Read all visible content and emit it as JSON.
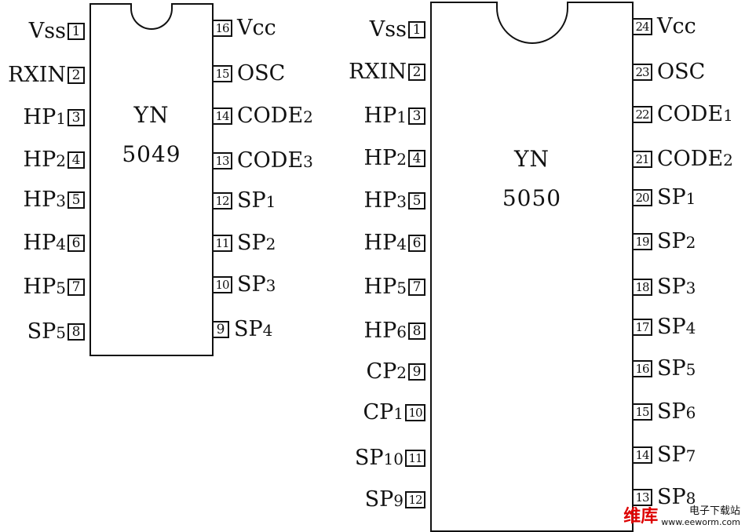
{
  "chips": [
    {
      "id": "yn5049",
      "part": "YN",
      "number": "5049",
      "left_pins": [
        {
          "num": "1",
          "name": "Vss",
          "sub": ""
        },
        {
          "num": "2",
          "name": "RXIN",
          "sub": ""
        },
        {
          "num": "3",
          "name": "HP",
          "sub": "1"
        },
        {
          "num": "4",
          "name": "HP",
          "sub": "2"
        },
        {
          "num": "5",
          "name": "HP",
          "sub": "3"
        },
        {
          "num": "6",
          "name": "HP",
          "sub": "4"
        },
        {
          "num": "7",
          "name": "HP",
          "sub": "5"
        },
        {
          "num": "8",
          "name": "SP",
          "sub": "5"
        }
      ],
      "right_pins": [
        {
          "num": "16",
          "name": "Vcc",
          "sub": ""
        },
        {
          "num": "15",
          "name": "OSC",
          "sub": ""
        },
        {
          "num": "14",
          "name": "CODE",
          "sub": "2"
        },
        {
          "num": "13",
          "name": "CODE",
          "sub": "3"
        },
        {
          "num": "12",
          "name": "SP",
          "sub": "1"
        },
        {
          "num": "11",
          "name": "SP",
          "sub": "2"
        },
        {
          "num": "10",
          "name": "SP",
          "sub": "3"
        },
        {
          "num": "9",
          "name": "SP",
          "sub": "4"
        }
      ]
    },
    {
      "id": "yn5050",
      "part": "YN",
      "number": "5050",
      "left_pins": [
        {
          "num": "1",
          "name": "Vss",
          "sub": ""
        },
        {
          "num": "2",
          "name": "RXIN",
          "sub": ""
        },
        {
          "num": "3",
          "name": "HP",
          "sub": "1"
        },
        {
          "num": "4",
          "name": "HP",
          "sub": "2"
        },
        {
          "num": "5",
          "name": "HP",
          "sub": "3"
        },
        {
          "num": "6",
          "name": "HP",
          "sub": "4"
        },
        {
          "num": "7",
          "name": "HP",
          "sub": "5"
        },
        {
          "num": "8",
          "name": "HP",
          "sub": "6"
        },
        {
          "num": "9",
          "name": "CP",
          "sub": "2"
        },
        {
          "num": "10",
          "name": "CP",
          "sub": "1"
        },
        {
          "num": "11",
          "name": "SP",
          "sub": "10"
        },
        {
          "num": "12",
          "name": "SP",
          "sub": "9"
        }
      ],
      "right_pins": [
        {
          "num": "24",
          "name": "Vcc",
          "sub": ""
        },
        {
          "num": "23",
          "name": "OSC",
          "sub": ""
        },
        {
          "num": "22",
          "name": "CODE",
          "sub": "1"
        },
        {
          "num": "21",
          "name": "CODE",
          "sub": "2"
        },
        {
          "num": "20",
          "name": "SP",
          "sub": "1"
        },
        {
          "num": "19",
          "name": "SP",
          "sub": "2"
        },
        {
          "num": "18",
          "name": "SP",
          "sub": "3"
        },
        {
          "num": "17",
          "name": "SP",
          "sub": "4"
        },
        {
          "num": "16",
          "name": "SP",
          "sub": "5"
        },
        {
          "num": "15",
          "name": "SP",
          "sub": "6"
        },
        {
          "num": "14",
          "name": "SP",
          "sub": "7"
        },
        {
          "num": "13",
          "name": "SP",
          "sub": "8"
        }
      ]
    }
  ],
  "watermark": {
    "logo_text": "维库",
    "top_text": "电子下载站",
    "url_text": "www.eeworm.com",
    "logo_color": "#dd0000"
  }
}
